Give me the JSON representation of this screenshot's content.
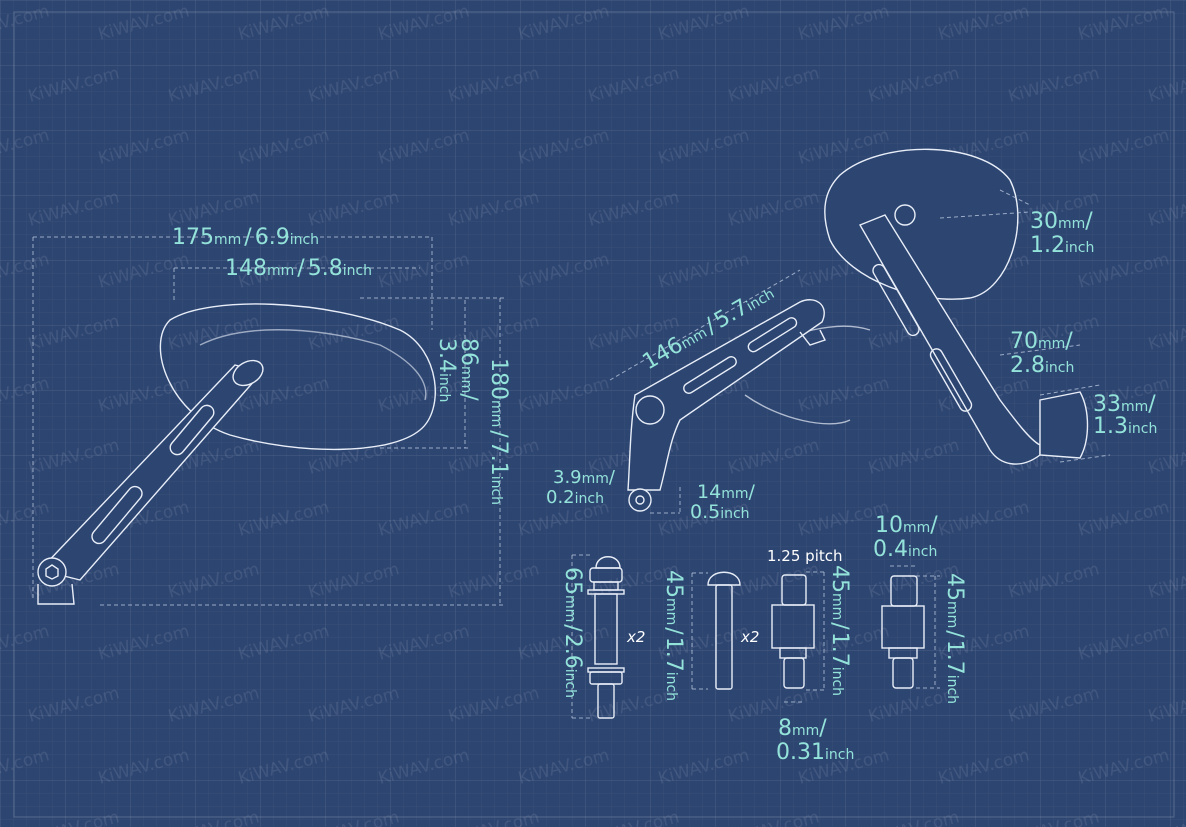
{
  "watermark": "KiWAV.com",
  "colors": {
    "background": "#2d4571",
    "dimension_text": "#94e3da",
    "line": "#e8eef8"
  },
  "dimensions": {
    "overall_width": {
      "mm": "175",
      "mm_unit": "mm",
      "sep": "/",
      "inch": "6.9",
      "inch_unit": "inch"
    },
    "mirror_width": {
      "mm": "148",
      "mm_unit": "mm",
      "sep": "/",
      "inch": "5.8",
      "inch_unit": "inch"
    },
    "mirror_height": {
      "mm": "86",
      "mm_unit": "mm",
      "sep": "/",
      "inch": "3.4",
      "inch_unit": "inch"
    },
    "overall_height": {
      "mm": "180",
      "mm_unit": "mm",
      "sep": "/",
      "inch": "7.1",
      "inch_unit": "inch"
    },
    "arm_length": {
      "mm": "146",
      "mm_unit": "mm",
      "sep": "/",
      "inch": "5.7",
      "inch_unit": "inch"
    },
    "hole": {
      "mm": "3.9",
      "mm_unit": "mm",
      "sep": "/",
      "inch": "0.2",
      "inch_unit": "inch"
    },
    "mount": {
      "mm": "14",
      "mm_unit": "mm",
      "sep": "/",
      "inch": "0.5",
      "inch_unit": "inch"
    },
    "mirror_depth": {
      "mm": "30",
      "mm_unit": "mm",
      "sep": "/",
      "inch": "1.2",
      "inch_unit": "inch"
    },
    "arm_offset": {
      "mm": "70",
      "mm_unit": "mm",
      "sep": "/",
      "inch": "2.8",
      "inch_unit": "inch"
    },
    "base": {
      "mm": "33",
      "mm_unit": "mm",
      "sep": "/",
      "inch": "1.3",
      "inch_unit": "inch"
    },
    "adapter_width": {
      "mm": "10",
      "mm_unit": "mm",
      "sep": "/",
      "inch": "0.4",
      "inch_unit": "inch"
    },
    "bolt_65": {
      "mm": "65",
      "mm_unit": "mm",
      "sep": "/",
      "inch": "2.6",
      "inch_unit": "inch"
    },
    "screw_45": {
      "mm": "45",
      "mm_unit": "mm",
      "sep": "/",
      "inch": "1.7",
      "inch_unit": "inch"
    },
    "adapter_45_a": {
      "mm": "45",
      "mm_unit": "mm",
      "sep": "/",
      "inch": "1.7",
      "inch_unit": "inch"
    },
    "adapter_45_b": {
      "mm": "45",
      "mm_unit": "mm",
      "sep": "/",
      "inch": "1.7",
      "inch_unit": "inch"
    },
    "thread": {
      "mm": "8",
      "mm_unit": "mm",
      "sep": "/",
      "inch": "0.31",
      "inch_unit": "inch"
    }
  },
  "notes": {
    "pitch": "1.25 pitch",
    "qty_bolt": "x2",
    "qty_screw": "x2"
  }
}
